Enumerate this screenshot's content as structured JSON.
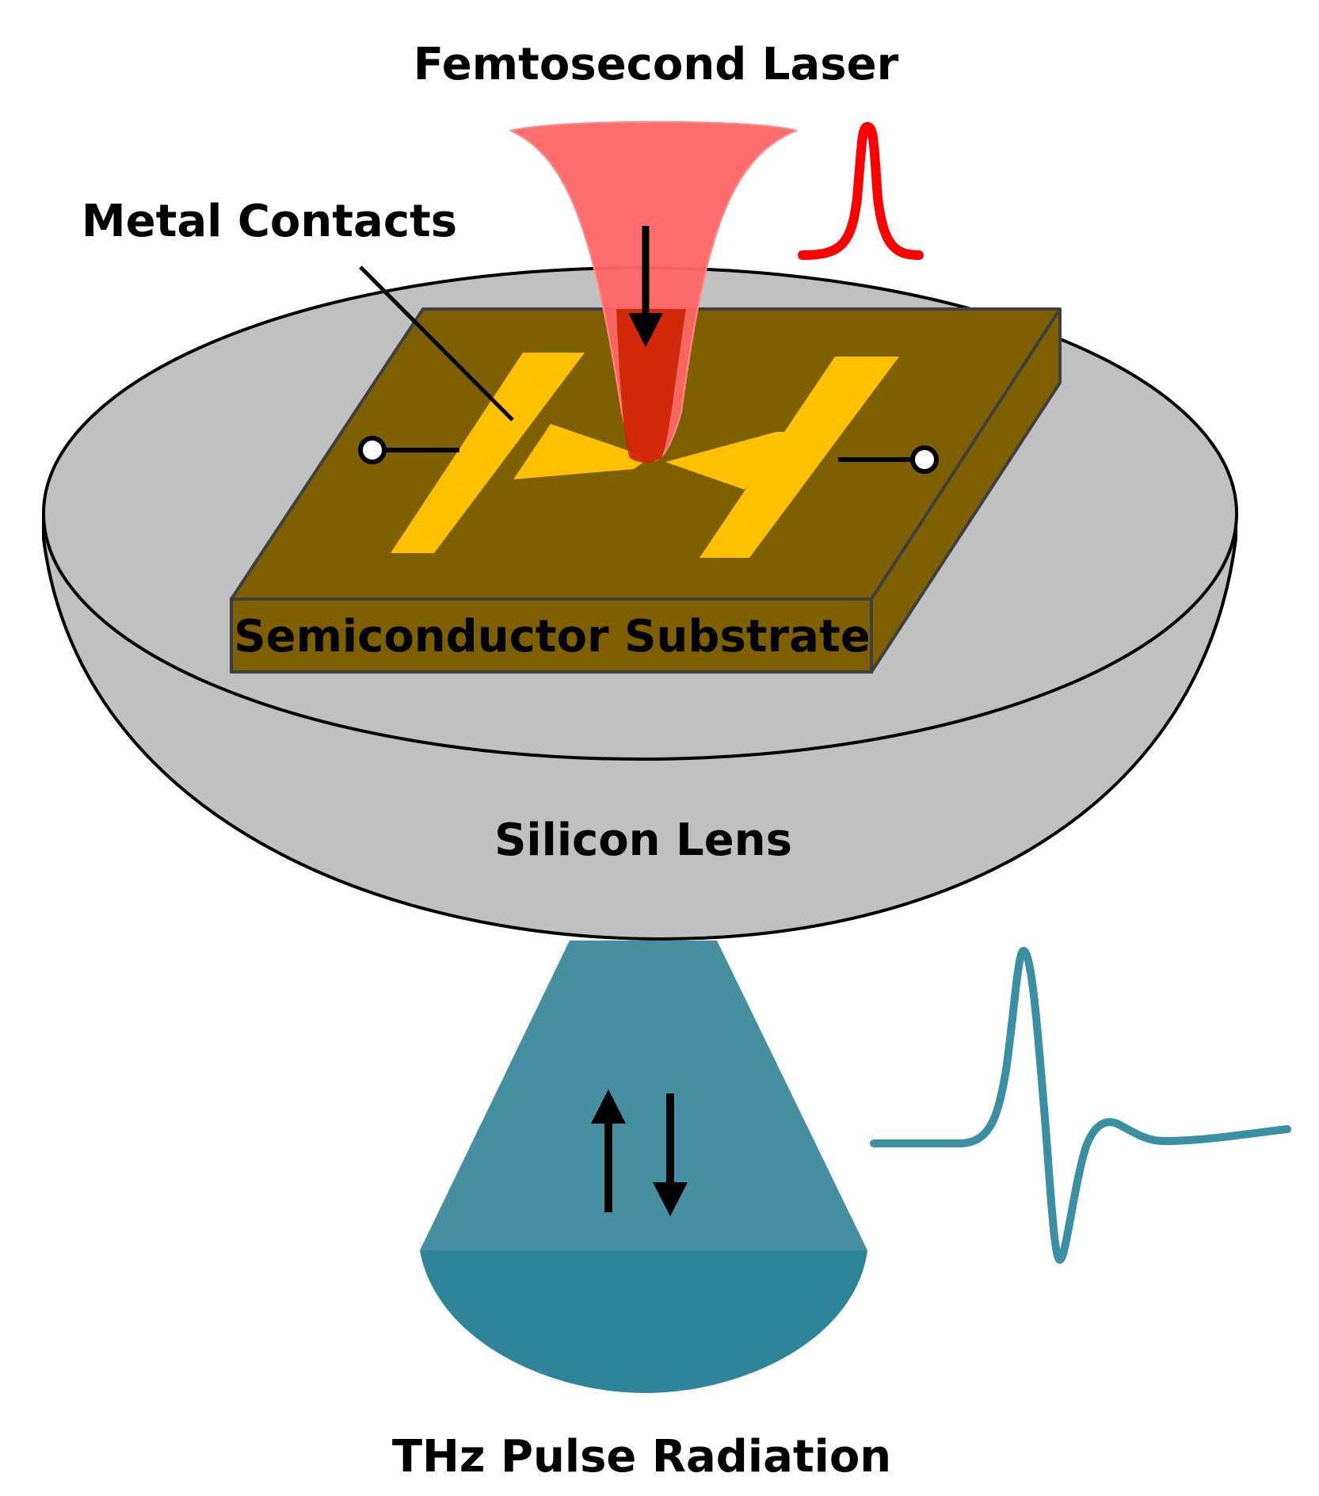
{
  "labels": {
    "laser": "Femtosecond Laser",
    "contacts": "Metal Contacts",
    "substrate": "Semiconductor Substrate",
    "lens": "Silicon Lens",
    "radiation": "THz Pulse Radiation"
  },
  "colors": {
    "lens_fill": "#c0c0c0",
    "substrate_fill": "#7f6000",
    "contact_fill": "#ffc000",
    "laser_fill": "#ff6666",
    "laser_core": "#cc2200",
    "laser_pulse": "#ff0000",
    "thz_cone": "#458fa0",
    "thz_cap": "#2e8599",
    "thz_wave": "#3a8fa3",
    "outline": "#000000"
  }
}
